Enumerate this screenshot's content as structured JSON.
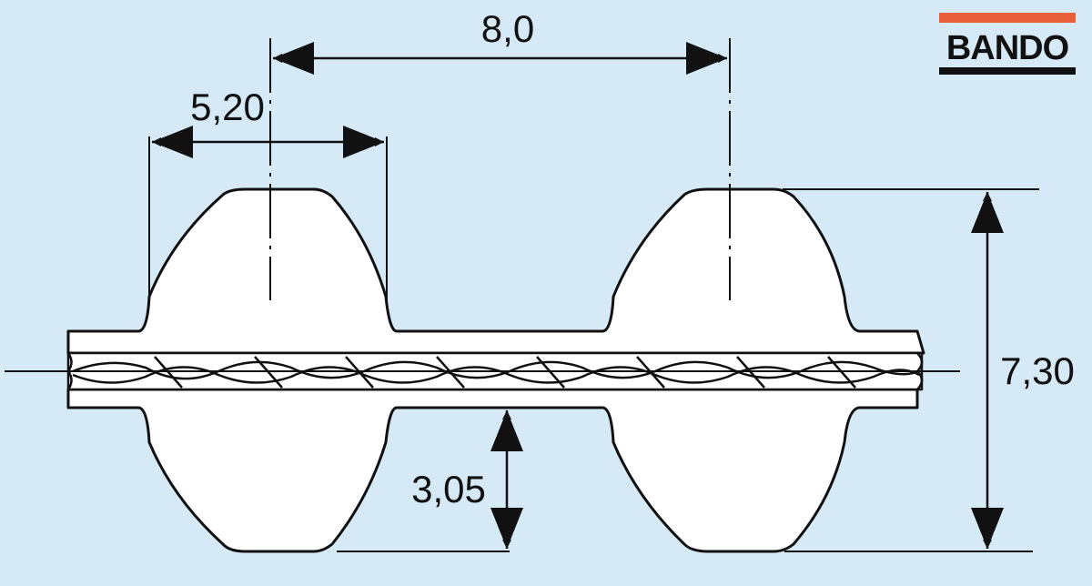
{
  "dimensions": {
    "pitch": "8,0",
    "tooth_width": "5,20",
    "total_height": "7,30",
    "tooth_height": "3,05"
  },
  "logo": {
    "text": "BANDO",
    "bar_color": "#e8603a"
  },
  "colors": {
    "background": "#d6e9f6",
    "belt_fill": "#ffffff",
    "stroke": "#111111"
  }
}
